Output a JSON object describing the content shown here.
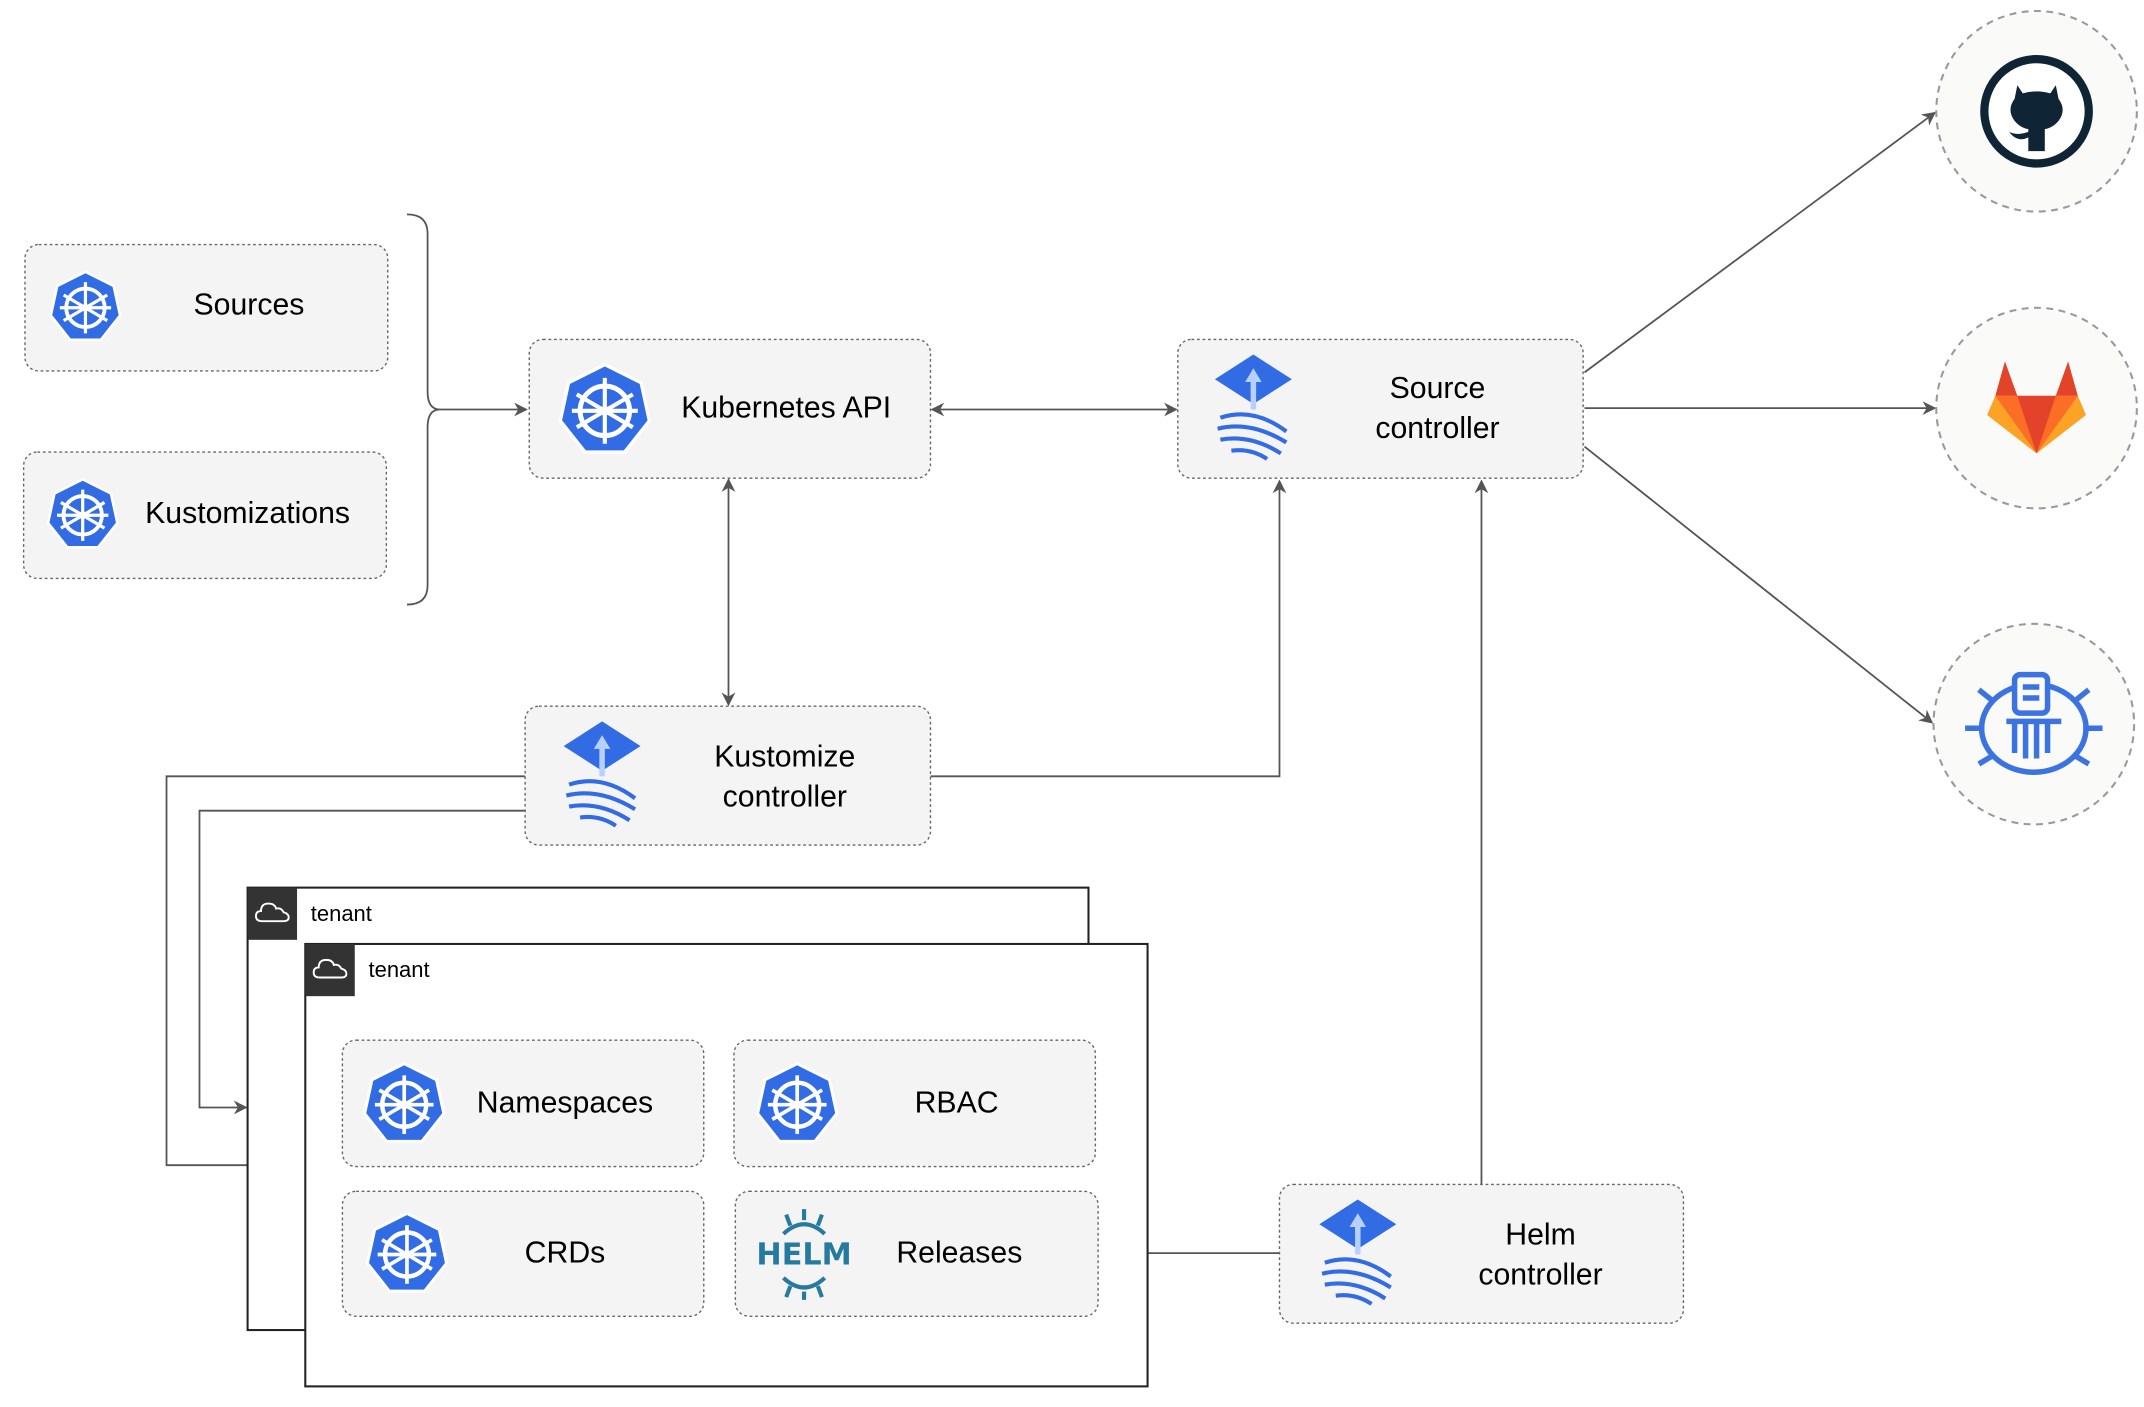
{
  "nodes": {
    "sources": "Sources",
    "kustomizations": "Kustomizations",
    "kubernetes_api": "Kubernetes API",
    "source_controller": [
      "Source",
      "controller"
    ],
    "kustomize_controller": [
      "Kustomize",
      "controller"
    ],
    "helm_controller": [
      "Helm",
      "controller"
    ],
    "namespaces": "Namespaces",
    "rbac": "RBAC",
    "crds": "CRDs",
    "releases": "Releases"
  },
  "tenants": [
    "tenant",
    "tenant"
  ],
  "helm_logo_text": "HELM",
  "external_sources": [
    "github-icon",
    "gitlab-icon",
    "harbor-helm-repository-icon"
  ],
  "colors": {
    "kubernetes_blue": "#326ce5",
    "helm_teal": "#277a9f",
    "github_dark": "#0f2435",
    "gitlab_orange": "#e24329"
  }
}
